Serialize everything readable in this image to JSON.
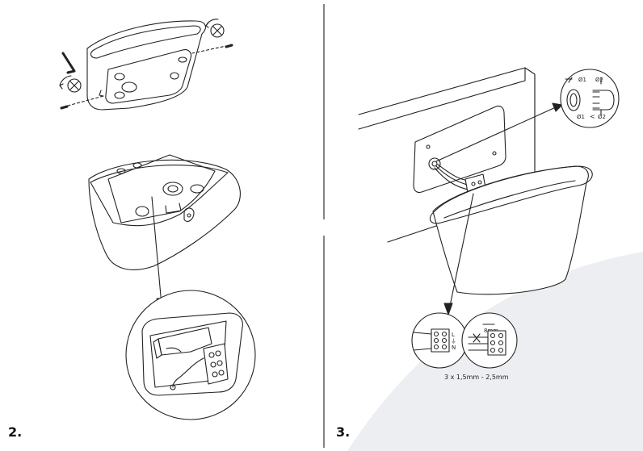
{
  "steps": {
    "left_label": "2.",
    "right_label": "3."
  },
  "diameter_labels": {
    "d1_top": "Ø1",
    "d2_top": "Ø2",
    "d1_bottom": "Ø1",
    "compare": "<",
    "d2_bottom": "Ø2"
  },
  "terminal_labels": {
    "live": "L",
    "earth": "⏚",
    "neutral": "N",
    "strip_length": "8mm"
  },
  "cable_spec": "3 x 1,5mm - 2,5mm",
  "colors": {
    "line": "#222222",
    "background_arc": "#eceef1",
    "divider": "#333333"
  },
  "icons": [
    "allen-key-icon",
    "screwdriver-rotate-icon",
    "cross-mark-icon",
    "arrow-icon"
  ]
}
